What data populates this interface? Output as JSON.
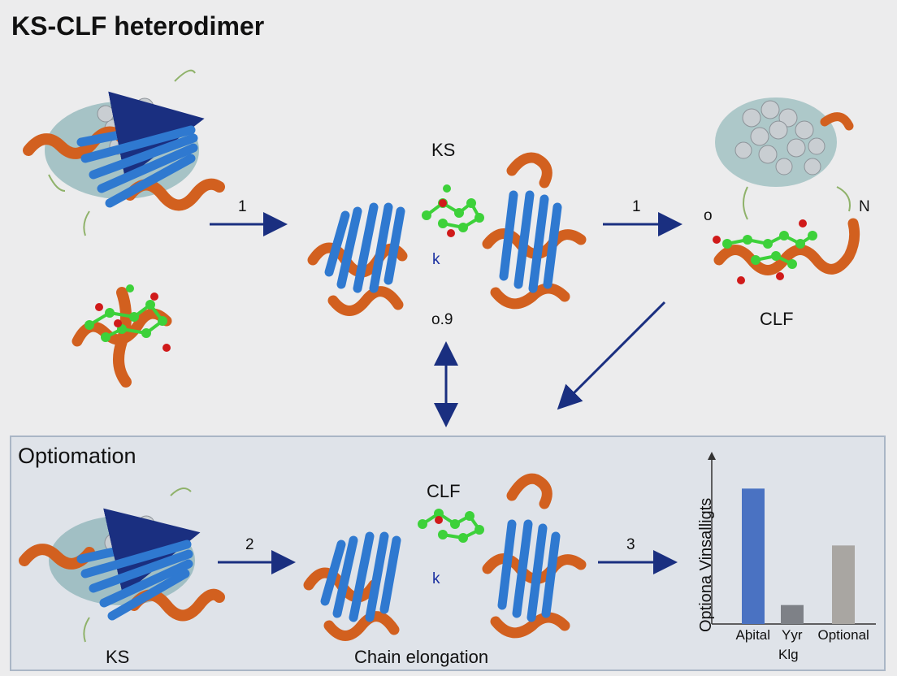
{
  "title": "KS-CLF heterodimer",
  "labels": {
    "ks_top": "KS",
    "clf_right": "CLF",
    "step1a": "1",
    "step1b": "1",
    "value_mid": "o.9",
    "mark_k_top": "k",
    "mark_o": "o",
    "mark_n": "N",
    "panel_title": "Optiomation",
    "clf_bottom": "CLF",
    "step2": "2",
    "step3": "3",
    "mark_k_bottom": "k",
    "ks_bottom": "KS",
    "chain_elongation": "Chain elongation"
  },
  "colors": {
    "helix": "#d2601f",
    "sheet": "#2f79d0",
    "arrow": "#1a2f80",
    "ligand": "#3dd13a",
    "oxygen": "#d01a1a",
    "sphere": "#c9ced2",
    "teal": "#6ea3a6"
  },
  "chart_data": {
    "type": "bar",
    "categories": [
      "Aþital",
      "Yyr",
      "Optional"
    ],
    "values": [
      100,
      14,
      58
    ],
    "bar_colors": [
      "#4a72c2",
      "#7e8187",
      "#a9a6a2"
    ],
    "xlabel": "Klg",
    "ylabel": "Optiona Vinsalligts",
    "ylim": [
      0,
      120
    ]
  }
}
